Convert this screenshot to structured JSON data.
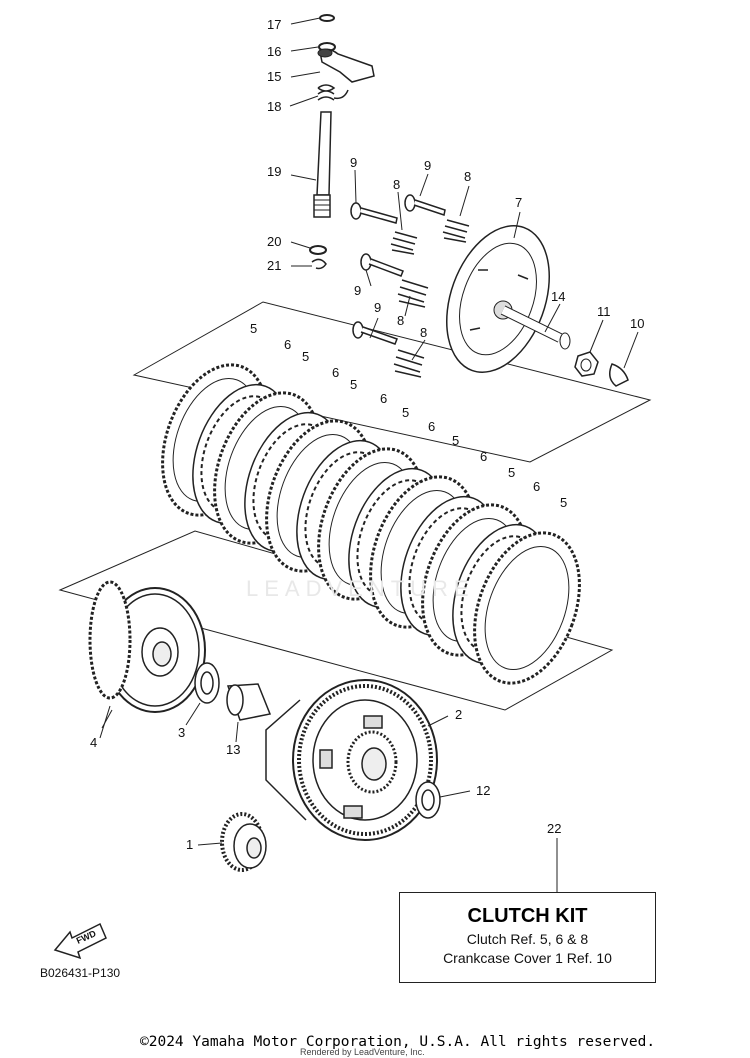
{
  "callouts": [
    {
      "n": "17"
    },
    {
      "n": "16"
    },
    {
      "n": "15"
    },
    {
      "n": "18"
    },
    {
      "n": "19"
    },
    {
      "n": "20"
    },
    {
      "n": "21"
    },
    {
      "n": "9"
    },
    {
      "n": "9"
    },
    {
      "n": "8"
    },
    {
      "n": "8"
    },
    {
      "n": "7"
    },
    {
      "n": "9"
    },
    {
      "n": "8"
    },
    {
      "n": "14"
    },
    {
      "n": "11"
    },
    {
      "n": "10"
    },
    {
      "n": "9"
    },
    {
      "n": "8"
    },
    {
      "n": "5"
    },
    {
      "n": "6"
    },
    {
      "n": "5"
    },
    {
      "n": "6"
    },
    {
      "n": "5"
    },
    {
      "n": "6"
    },
    {
      "n": "5"
    },
    {
      "n": "6"
    },
    {
      "n": "5"
    },
    {
      "n": "6"
    },
    {
      "n": "5"
    },
    {
      "n": "6"
    },
    {
      "n": "5"
    },
    {
      "n": "2"
    },
    {
      "n": "4"
    },
    {
      "n": "3"
    },
    {
      "n": "13"
    },
    {
      "n": "12"
    },
    {
      "n": "1"
    },
    {
      "n": "22"
    }
  ],
  "kit": {
    "title": "CLUTCH KIT",
    "line1": "Clutch Ref. 5, 6 & 8",
    "line2": "Crankcase Cover 1 Ref. 10"
  },
  "fwd_label": "FWD",
  "diagram_code": "B026431-P130",
  "watermark": "LEADVENTURE",
  "copyright": "©2024 Yamaha Motor Corporation, U.S.A. All rights reserved.",
  "rendered_by": "Rendered by LeadVenture, Inc."
}
